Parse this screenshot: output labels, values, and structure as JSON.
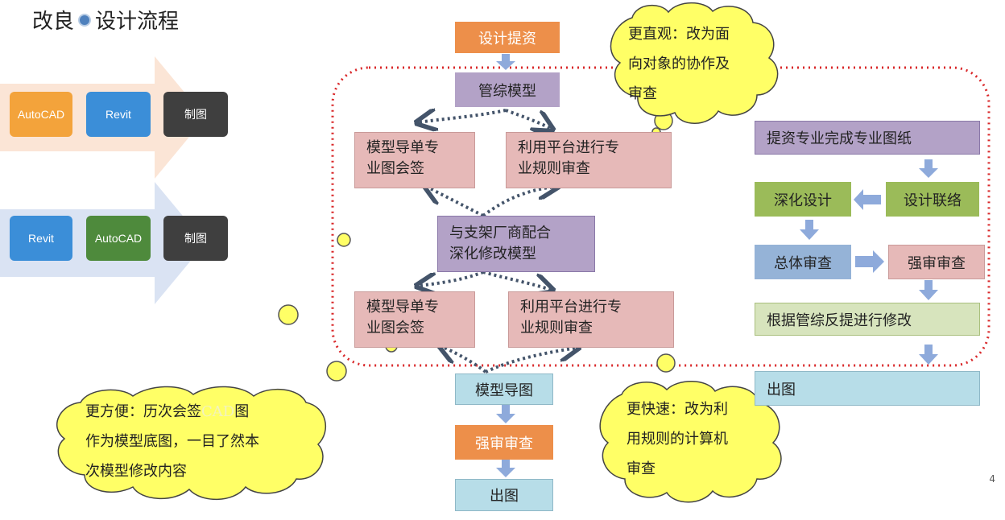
{
  "title": {
    "left": "改良",
    "right": "设计流程"
  },
  "left_flows": {
    "top": [
      "AutoCAD",
      "Revit",
      "制图"
    ],
    "bottom": [
      "Revit",
      "AutoCAD",
      "制图"
    ]
  },
  "center": {
    "design_submit": "设计提资",
    "pipe_model": "管综模型",
    "model_guide_sign_1": [
      "模型导单专",
      "业图会签"
    ],
    "platform_review_1": [
      "利用平台进行专",
      "业规则审查"
    ],
    "bracket_vendor": [
      "与支架厂商配合",
      "深化修改模型"
    ],
    "model_guide_sign_2": [
      "模型导单专",
      "业图会签"
    ],
    "platform_review_2": [
      "利用平台进行专",
      "业规则审查"
    ],
    "model_drawing": "模型导图",
    "strong_review": "强审审查",
    "output": "出图"
  },
  "right": {
    "submit_complete": "提资专业完成专业图纸",
    "design_liaison": "设计联络",
    "deepen_design": "深化设计",
    "overall_review": "总体审查",
    "strong_review": "强审审查",
    "revise": "根据管综反提进行修改",
    "output": "出图"
  },
  "clouds": {
    "intuitive": [
      "更直观：改为面",
      "向对象的协作及",
      "审查"
    ],
    "convenient_lines": [
      "作为模型底图，一目了然本",
      "次模型修改内容"
    ],
    "convenient_first": {
      "prefix": "更方便：历次会签",
      "faded": "CAD",
      "suffix": "图"
    },
    "faster": [
      "更快速：改为利",
      "用规则的计算机",
      "审查"
    ]
  },
  "page_number": "4",
  "colors": {
    "accent_blue": "#4f81bd",
    "dotted_red": "#d9282a",
    "cloud_yellow": "#ffff66",
    "arrow_dark": "#44546a"
  }
}
